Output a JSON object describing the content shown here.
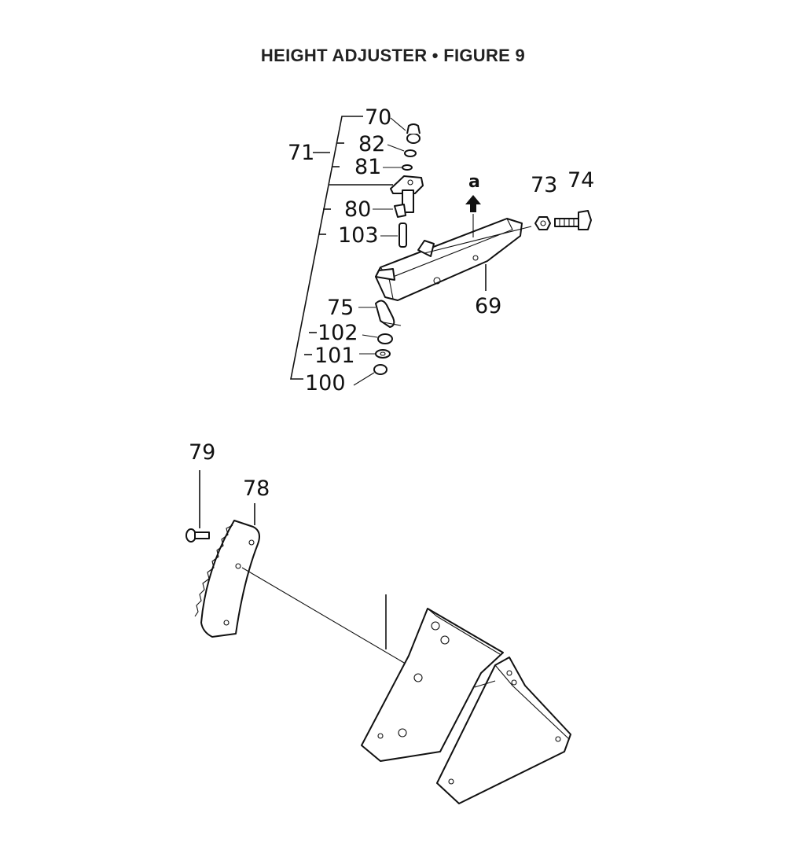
{
  "title": "HEIGHT ADJUSTER  •  FIGURE 9",
  "callouts": {
    "p70": "70",
    "p82": "82",
    "p81": "81",
    "p71": "71",
    "p80": "80",
    "p103": "103",
    "p75": "75",
    "p102": "102",
    "p101": "101",
    "p100": "100",
    "p73": "73",
    "p74": "74",
    "p69": "69",
    "pa": "a",
    "p79": "79",
    "p78": "78"
  }
}
